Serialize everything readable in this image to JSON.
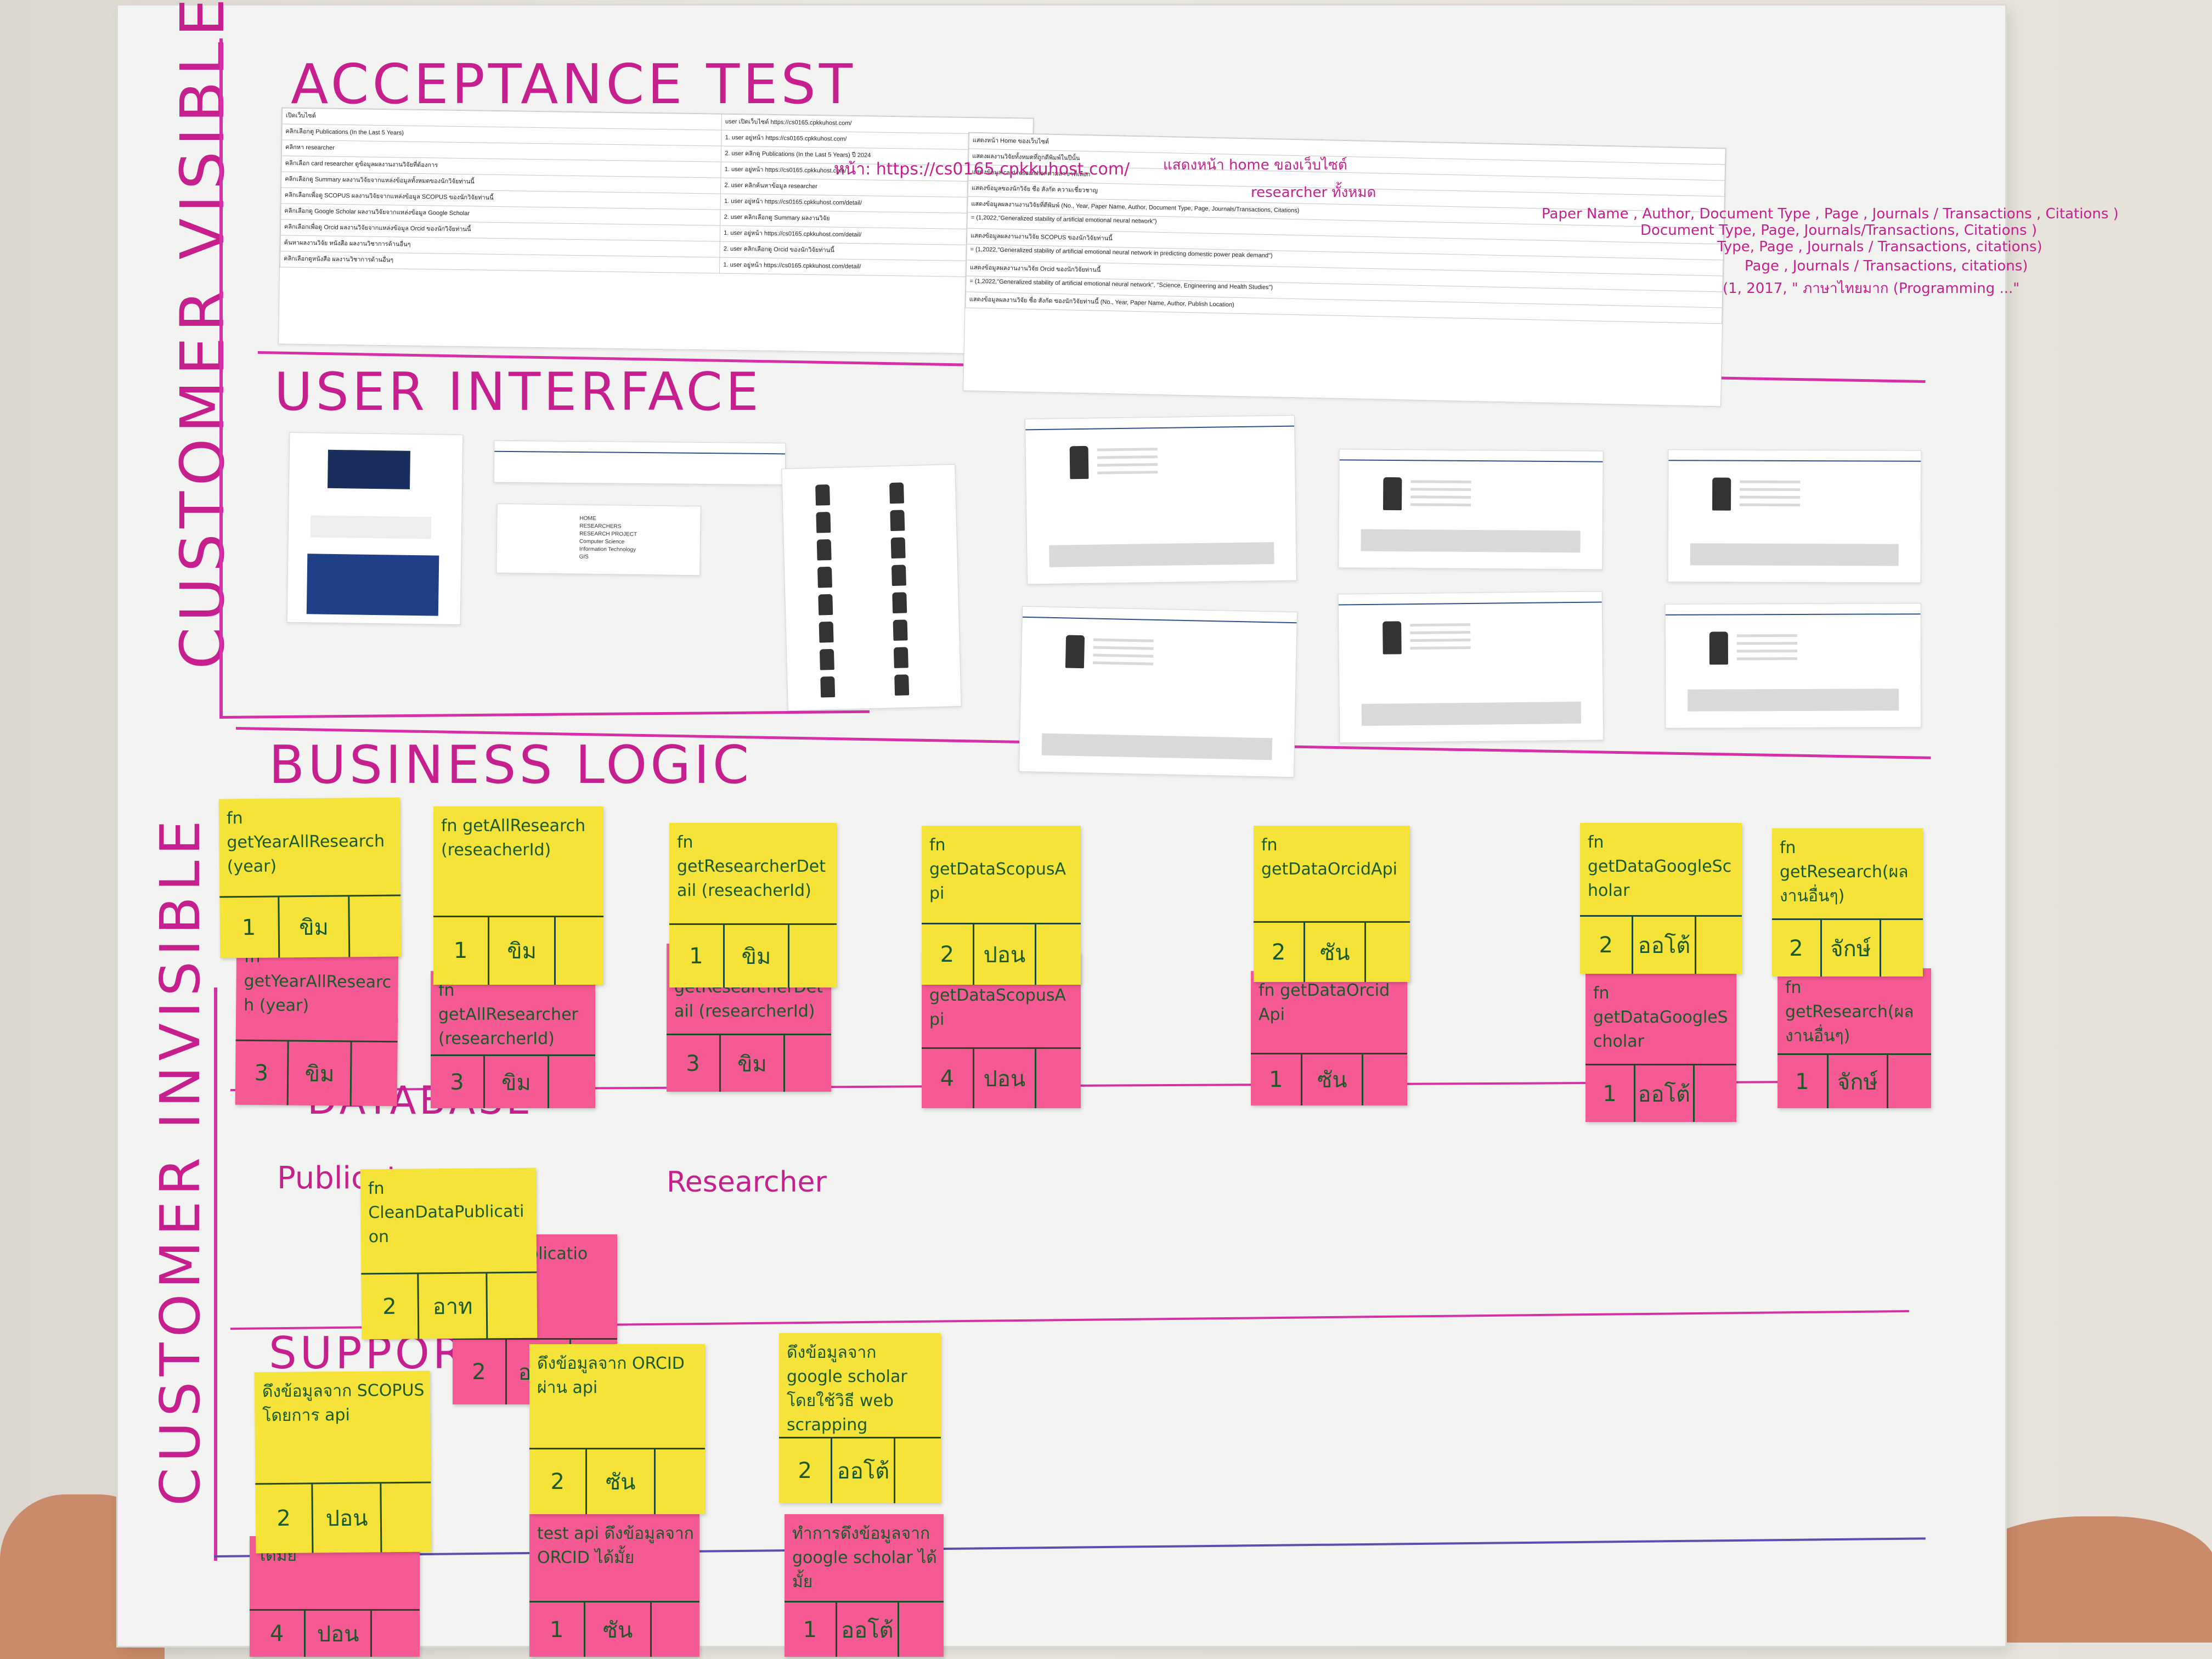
{
  "board": {
    "side_labels": {
      "top": "CUSTOMER VISIBLE",
      "bottom": "CUSTOMER INVISIBLE"
    },
    "sections": {
      "acceptance": "ACCEPTANCE TEST",
      "ui": "USER INTERFACE",
      "logic": "BUSINESS LOGIC",
      "database": "DATABASE",
      "support": "SUPPORT"
    },
    "database_labels": {
      "publication": "Publicat",
      "researcher": "Researcher"
    },
    "colors": {
      "marker": "#c6208f",
      "yellow_note": "#f5e33a",
      "pink_note": "#f65a95",
      "ink": "#1b5a28"
    }
  },
  "acceptance": {
    "sheet1_rows": [
      [
        "เปิดเว็บไซต์",
        "user เปิดเว็บไซต์ https://cs0165.cpkkuhost.com/"
      ],
      [
        "คลิกเลือกดู Publications (In the Last 5 Years)",
        "1. user อยู่หน้า https://cs0165.cpkkuhost.com/"
      ],
      [
        "คลิกหา researcher",
        "2. user คลิกดู Publications (In the Last 5 Years) ปี 2024"
      ],
      [
        "คลิกเลือก card researcher ดูข้อมูลผลงานงานวิจัยที่ต้องการ",
        "1. user อยู่หน้า https://cs0165.cpkkuhost.com/"
      ],
      [
        "คลิกเลือกดู Summary ผลงานวิจัยจากแหล่งข้อมูลทั้งหมดของนักวิจัยท่านนี้",
        "2. user คลิกค้นหาข้อมูล researcher"
      ],
      [
        "คลิกเลือกเพื่อดู SCOPUS ผลงานวิจัยจากแหล่งข้อมูล SCOPUS ของนักวิจัยท่านนี้",
        "1. user อยู่หน้า https://cs0165.cpkkuhost.com/detail/"
      ],
      [
        "คลิกเลือกดู Google Scholar ผลงานวิจัยจากแหล่งข้อมูล Google Scholar",
        "2. user คลิกเลือกดู Summary ผลงานวิจัย"
      ],
      [
        "คลิกเลือกเพื่อดู Orcid ผลงานวิจัยจากแหล่งข้อมูล Orcid ของนักวิจัยท่านนี้",
        "1. user อยู่หน้า https://cs0165.cpkkuhost.com/detail/"
      ],
      [
        "ค้นหาผลงานวิจัย หนังสือ ผลงานวิชาการด้านอื่นๆ",
        "2. user คลิกเลือกดู Orcid ของนักวิจัยท่านนี้"
      ],
      [
        "คลิกเลือกดูหนังสือ ผลงานวิชาการด้านอื่นๆ",
        "1. user อยู่หน้า https://cs0165.cpkkuhost.com/detail/"
      ]
    ],
    "sheet2_rows": [
      [
        "แสดงหน้า Home ของเว็บไซต์"
      ],
      [
        "แสดงผลงานวิจัยทั้งหมดที่ถูกตีพิมพ์ในปีนั้น"
      ],
      [
        "แสดงข้อมูล card researcher ตามสาขาที่เลือก"
      ],
      [
        "แสดงข้อมูลของนักวิจัย ชื่อ สังกัด ความเชี่ยวชาญ"
      ],
      [
        "แสดงข้อมูลผลงานงานวิจัยที่ตีพิมพ์ (No., Year, Paper Name, Author, Document Type, Page, Journals/Transactions, Citations)"
      ],
      [
        "= (1,2022,\"Generalized stability of artificial emotional neural network\")"
      ],
      [
        "แสดงข้อมูลผลงานงานวิจัย SCOPUS ของนักวิจัยท่านนี้"
      ],
      [
        "= (1,2022,\"Generalized stability of artificial emotional neural network in predicting domestic power peak demand\")"
      ],
      [
        "แสดงข้อมูลผลงานงานวิจัย Orcid ของนักวิจัยท่านนี้"
      ],
      [
        "= (1,2022,\"Generalized stability of artificial emotional neural network\", \"Science, Engineering and Health Studies\")"
      ],
      [
        "แสดงข้อมูลผลงานวิจัย ชื่อ สังกัด ของนักวิจัยท่านนี้ (No., Year, Paper Name, Author, Publish Location)"
      ]
    ],
    "scribbles": [
      "หน้า: https://cs0165.cpkkuhost.com/",
      "แสดงหน้า home ของเว็บไซต์",
      "researcher ทั้งหมด",
      "Paper Name , Author, Document Type , Page , Journals / Transactions , Citations )",
      "Document Type, Page, Journals/Transactions, Citations )",
      "Type, Page , Journals / Transactions, citations)",
      "Page , Journals / Transactions, citations)",
      "(1, 2017, \" ภาษาไทยมาก (Programming ...\""
    ]
  },
  "logic_notes": [
    {
      "name": "fn getYearAllResearch (year)",
      "p": "1",
      "who": "ขิม"
    },
    {
      "name": "fn getAllResearch (reseacherId)",
      "p": "1",
      "who": "ขิม"
    },
    {
      "name": "fn getResearcherDetail (reseacherId)",
      "p": "1",
      "who": "ขิม"
    },
    {
      "name": "fn getDataScopusApi",
      "p": "2",
      "who": "ปอน"
    },
    {
      "name": "fn getDataOrcidApi",
      "p": "2",
      "who": "ซัน"
    },
    {
      "name": "fn getDataGoogleScholar",
      "p": "2",
      "who": "ออโต้"
    },
    {
      "name": "fn getResearch(ผลงานอื่นๆ)",
      "p": "2",
      "who": "จักษ์"
    }
  ],
  "test_notes": [
    {
      "name": "fn getYearAllResearch (year)",
      "p": "3",
      "who": "ขิม"
    },
    {
      "name": "fn getAllResearcher (researcherId)",
      "p": "3",
      "who": "ขิม"
    },
    {
      "name": "fn getResearcherDetail (researcherId)",
      "p": "3",
      "who": "ขิม"
    },
    {
      "name": "fn getDataScopusApi",
      "p": "4",
      "who": "ปอน"
    },
    {
      "name": "fn getDataOrcid Api",
      "p": "1",
      "who": "ซัน"
    },
    {
      "name": "fn getDataGoogleScholar",
      "p": "1",
      "who": "ออโต้"
    },
    {
      "name": "fn getResearch(ผลงานอื่นๆ)",
      "p": "1",
      "who": "จักษ์"
    }
  ],
  "db_notes": [
    {
      "name": "fn CleanDataPublication",
      "p": "2",
      "who": "อาท"
    },
    {
      "name": "ndataPublicatio",
      "p": "2",
      "who": "อาท"
    }
  ],
  "support_notes": [
    {
      "name": "ดึงข้อมูลจาก SCOPUS โดยการ api",
      "p": "2",
      "who": "ปอน"
    },
    {
      "name": "ดึงข้อมูลจาก ORCID ผ่าน api",
      "p": "2",
      "who": "ซัน"
    },
    {
      "name": "ดึงข้อมูลจาก google scholar โดยใช้วิธี web scrapping",
      "p": "2",
      "who": "ออโต้"
    }
  ],
  "support_test_notes": [
    {
      "name": "ได้มั้ย",
      "p": "4",
      "who": "ปอน"
    },
    {
      "name": "test api ดึงข้อมูลจาก ORCID ได้มั้ย",
      "p": "1",
      "who": "ซัน"
    },
    {
      "name": "ทำการดึงข้อมูลจาก google scholar ได้มั้ย",
      "p": "1",
      "who": "ออโต้"
    }
  ],
  "ui_shots": {
    "sidebar_menu": [
      "HOME",
      "RESEARCHERS",
      "RESEARCH PROJECT",
      "Computer Science",
      "Information Technology",
      "GIS"
    ]
  }
}
